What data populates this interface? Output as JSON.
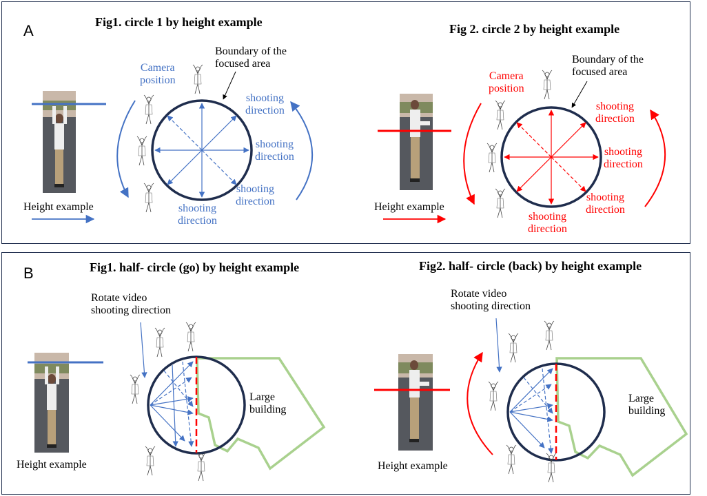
{
  "panelA": {
    "letter": "A",
    "fig1": {
      "title": "Fig1. circle 1 by height example",
      "camera_position": "Camera\nposition",
      "boundary": "Boundary of the\nfocused area",
      "shooting_direction": "shooting\ndirection",
      "height_example": "Height example"
    },
    "fig2": {
      "title": "Fig 2. circle 2 by height example",
      "camera_position": "Camera\nposition",
      "boundary": "Boundary of the\nfocused area",
      "shooting_direction": "shooting\ndirection",
      "height_example": "Height example"
    }
  },
  "panelB": {
    "letter": "B",
    "fig1": {
      "title": "Fig1. half- circle (go) by height example",
      "rotate": "Rotate video\nshooting direction",
      "building": "Large\nbuilding",
      "height_example": "Height example"
    },
    "fig2": {
      "title": "Fig2. half- circle (back) by height example",
      "rotate": "Rotate video\nshooting direction",
      "building": "Large\nbuilding",
      "height_example": "Height example"
    }
  },
  "colors": {
    "blue": "#4472c4",
    "red": "#ff0000",
    "navy": "#1f2d4d",
    "green": "#a9d18e"
  }
}
